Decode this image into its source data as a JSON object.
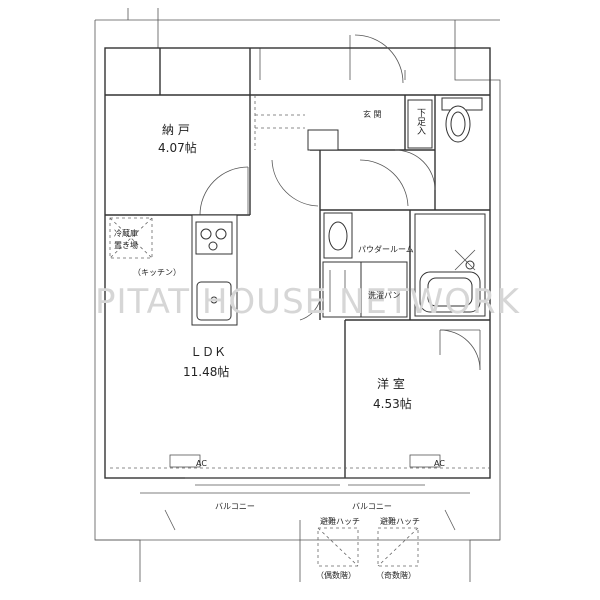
{
  "watermark": "PITAT HOUSE NETWORK",
  "rooms": {
    "storage": {
      "name": "納 戸",
      "area": "4.07帖"
    },
    "entrance": {
      "name": "玄 関"
    },
    "shoe_cabinet": "下足入",
    "fridge_space": [
      "冷蔵庫",
      "置き場"
    ],
    "kitchen": "（キッチン）",
    "powder_room": "パウダールーム",
    "washing_pan": "洗濯パン",
    "ldk": {
      "name": "ＬＤＫ",
      "area": "11.48帖"
    },
    "western": {
      "name": "洋 室",
      "area": "4.53帖"
    }
  },
  "ac_labels": [
    "AC",
    "AC"
  ],
  "balcony": [
    "バルコニー",
    "バルコニー"
  ],
  "hatches": [
    {
      "title": "避難ハッチ",
      "floor": "（偶数階）"
    },
    {
      "title": "避難ハッチ",
      "floor": "（奇数階）"
    }
  ]
}
